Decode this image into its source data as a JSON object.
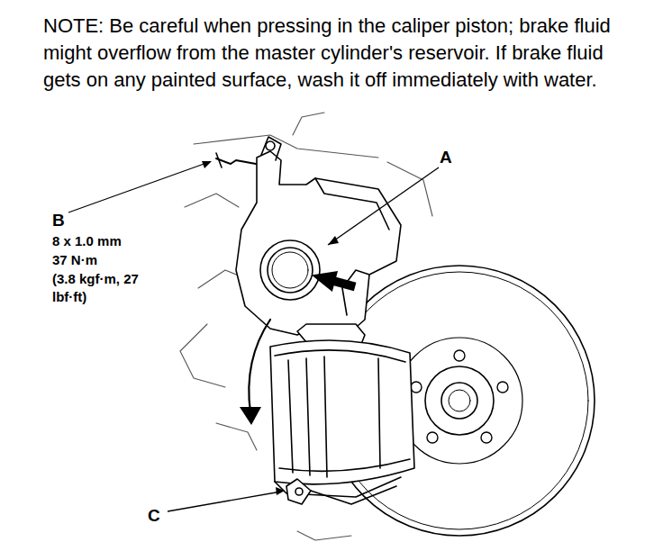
{
  "diagram": {
    "labels": [
      "NOTE: Be careful when pressing in the caliper piston; brake fluid might overflow from the master cylinder's reservoir. If brake fluid gets on any painted surface, wash it off immediately with water.",
      "A",
      "B",
      "8 x 1.0 mm",
      "37 N·m",
      "(3.8 kgf·m, 27 lbf·ft)",
      "C"
    ]
  }
}
